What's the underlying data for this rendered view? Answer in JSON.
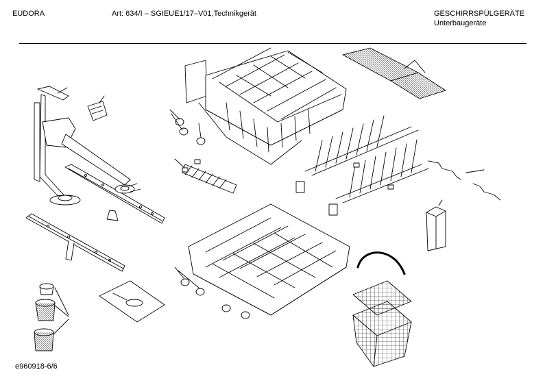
{
  "header": {
    "brand": "EUDORA",
    "article": "Art: 634/I – SGIEUE1/17–V01,Technikgerät",
    "category": "GESCHIRRSPÜLGERÄTE",
    "subcategory": "Unterbaugeräte"
  },
  "footer": {
    "drawing_id": "e960918-6/6"
  },
  "colors": {
    "line": "#000000",
    "paper": "#ffffff",
    "shade": "#d8d8d8"
  },
  "parts": [
    "spray-arm-supply-tube-icon",
    "upper-spray-arm-icon",
    "lower-spray-arm-icon",
    "upper-basket-icon",
    "lower-basket-icon",
    "cup-rack-icon",
    "plate-rack-icon",
    "cutlery-basket-icon",
    "filter-set-icon",
    "micro-filter-plate-icon",
    "wheel-icon",
    "clip-icon"
  ]
}
